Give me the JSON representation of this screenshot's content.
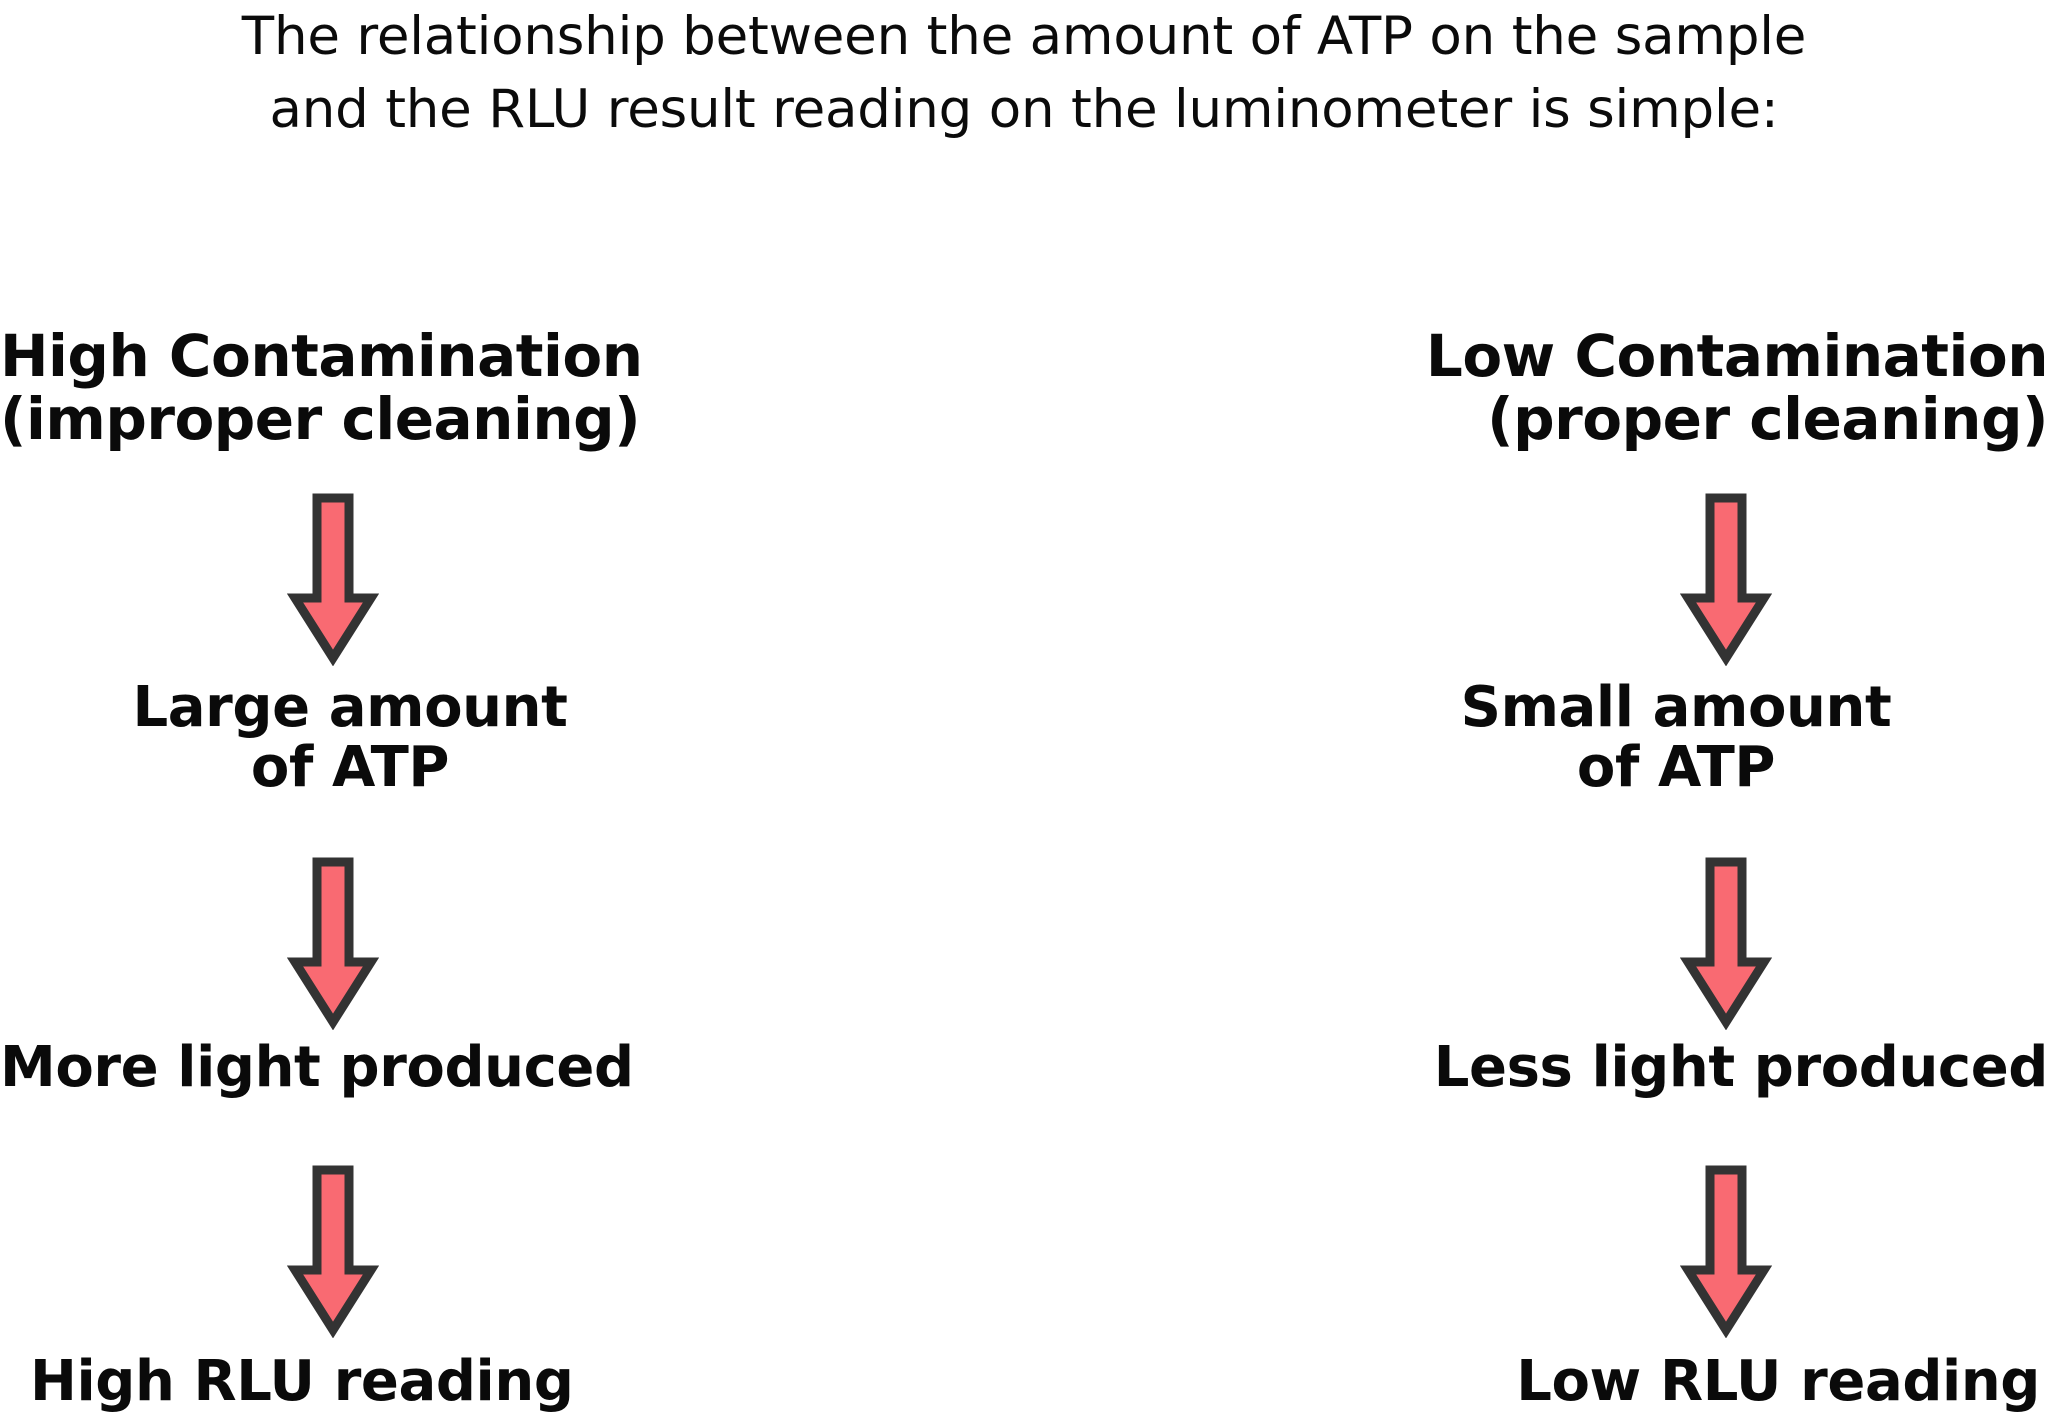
{
  "title": {
    "line1": "The relationship between the amount of ATP on the sample",
    "line2": "and the RLU result reading on the luminometer is simple:"
  },
  "colors": {
    "background": "#ffffff",
    "text": "#0a0a0a",
    "arrow_fill": "#f96a72",
    "arrow_stroke": "#333333"
  },
  "columns": [
    {
      "id": "high-contamination",
      "nodes": [
        "High Contamination\n(improper cleaning)",
        "Large amount\nof ATP",
        "More light produced",
        "High RLU reading"
      ],
      "arrows": [
        "down-arrow",
        "down-arrow",
        "down-arrow"
      ]
    },
    {
      "id": "low-contamination",
      "nodes": [
        "Low Contamination\n(proper cleaning)",
        "Small amount\nof ATP",
        "Less light produced",
        "Low RLU reading"
      ],
      "arrows": [
        "down-arrow",
        "down-arrow",
        "down-arrow"
      ]
    }
  ]
}
